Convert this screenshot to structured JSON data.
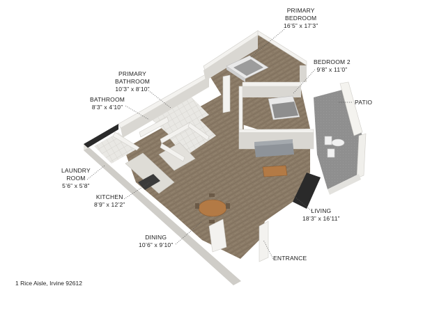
{
  "address": "1 Rice Aisle, Irvine 92612",
  "rooms": {
    "primary_bedroom": {
      "name": "PRIMARY BEDROOM",
      "name_l1": "PRIMARY",
      "name_l2": "BEDROOM",
      "dims": "16’5” x 17’3”"
    },
    "bedroom2": {
      "name": "BEDROOM 2",
      "dims": "9’8” x 11’0”"
    },
    "patio": {
      "name": "PATIO"
    },
    "primary_bathroom": {
      "name_l1": "PRIMARY",
      "name_l2": "BATHROOM",
      "dims": "10’3” x 8’10”"
    },
    "bathroom": {
      "name": "BATHROOM",
      "dims": "8’3” x 4’10”"
    },
    "laundry": {
      "name_l1": "LAUNDRY",
      "name_l2": "ROOM",
      "dims": "5’6” x 5’8”"
    },
    "kitchen": {
      "name": "KITCHEN",
      "dims": "8’9” x 12’2”"
    },
    "dining": {
      "name": "DINING",
      "dims": "10’6” x 9’10”"
    },
    "living": {
      "name": "LIVING",
      "dims": "18’3” x 16’11”"
    },
    "entrance": {
      "name": "ENTRANCE"
    }
  },
  "colors": {
    "floor_wood": "#8a7a66",
    "floor_wood_light": "#a39580",
    "wall_top": "#f3f2ef",
    "wall_side": "#d9d7d2",
    "wall_dark": "#2a2a2a",
    "tile": "#e7e6e2",
    "patio": "#8f8f8f",
    "sofa": "#8e9399",
    "table": "#b37a45"
  }
}
